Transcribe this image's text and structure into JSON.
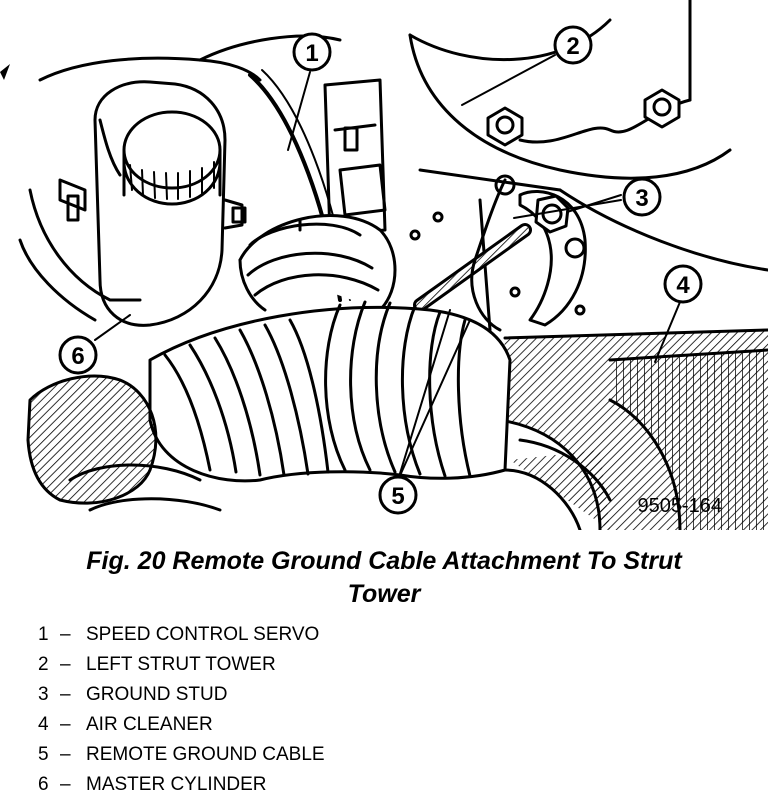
{
  "figure": {
    "code": "9505-164",
    "callouts": [
      "1",
      "2",
      "3",
      "4",
      "5",
      "6"
    ]
  },
  "caption": {
    "line1": "Fig. 20 Remote Ground Cable Attachment To Strut",
    "line2": "Tower"
  },
  "legend": [
    {
      "num": "1",
      "dash": "–",
      "label": "SPEED CONTROL SERVO"
    },
    {
      "num": "2",
      "dash": "–",
      "label": "LEFT STRUT TOWER"
    },
    {
      "num": "3",
      "dash": "–",
      "label": "GROUND STUD"
    },
    {
      "num": "4",
      "dash": "–",
      "label": "AIR CLEANER"
    },
    {
      "num": "5",
      "dash": "–",
      "label": "REMOTE GROUND CABLE"
    },
    {
      "num": "6",
      "dash": "–",
      "label": "MASTER CYLINDER"
    }
  ]
}
